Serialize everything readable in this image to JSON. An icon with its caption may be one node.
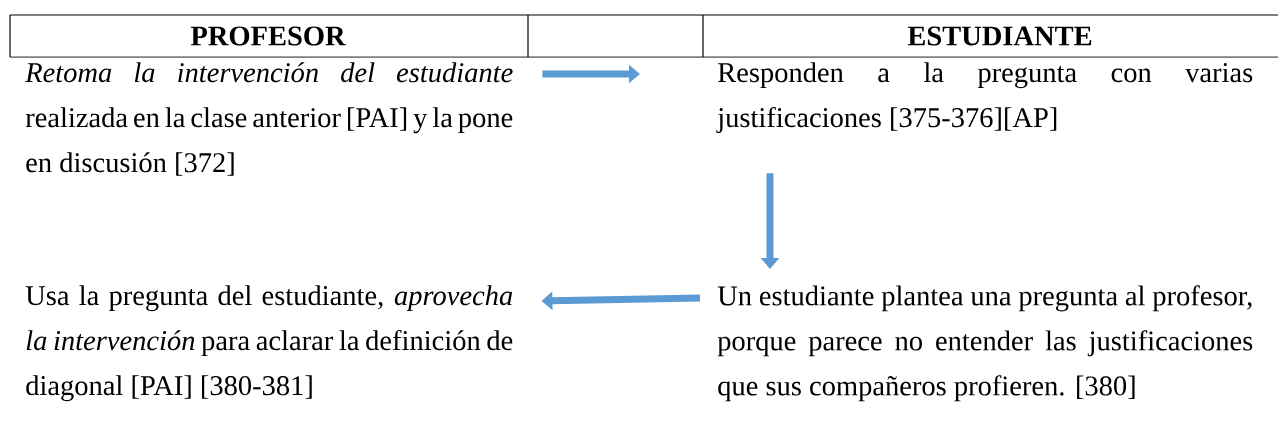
{
  "diagram": {
    "nodes": [
      {
        "text": [
          "*Retoma  la intervención del estudiante* realizada en la clase anterior   [PAI] y la pone en  discusión [372]"
        ]
      },
      {
        "text": [
          "Responden a la pregunta con varias justificaciones [375-376][AP]"
        ]
      },
      {
        "text": [
          "Usa la pregunta del estudiante, *aprovecha la intervención* para aclarar la definición de diagonal  [PAI] [380-381]"
        ]
      },
      {
        "text": [
          "Un estudiante plantea una pregunta al profesor, porque parece no entender las justificaciones que sus compañeros profieren. [380]"
        ]
      }
    ],
    "edges": [
      {
        "from": 0,
        "to": 1,
        "arrow": "to"
      },
      {
        "from": 1,
        "to": 3,
        "arrow": "to"
      },
      {
        "from": 3,
        "to": 2,
        "arrow": "to"
      }
    ],
    "labels": [
      "PROFESOR",
      "ESTUDIANTE"
    ]
  }
}
